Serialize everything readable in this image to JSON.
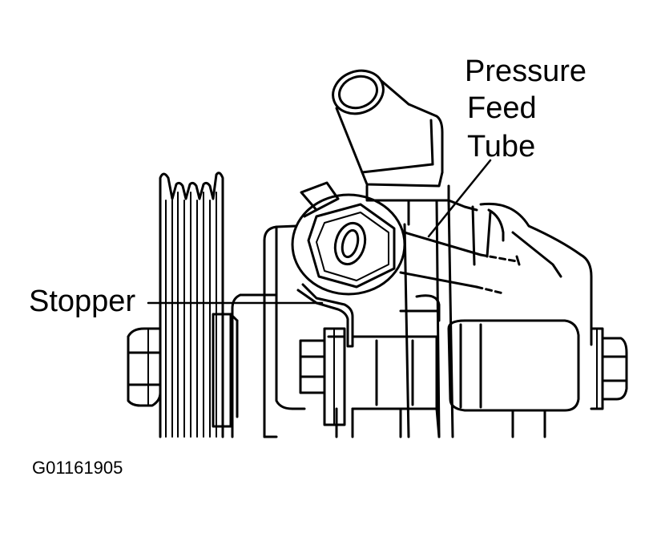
{
  "labels": {
    "pressure_feed_tube": [
      "Pressure",
      "Feed",
      "Tube"
    ],
    "stopper": "Stopper",
    "figure_id": "G01161905"
  },
  "colors": {
    "line": "#000000",
    "background": "#ffffff"
  }
}
